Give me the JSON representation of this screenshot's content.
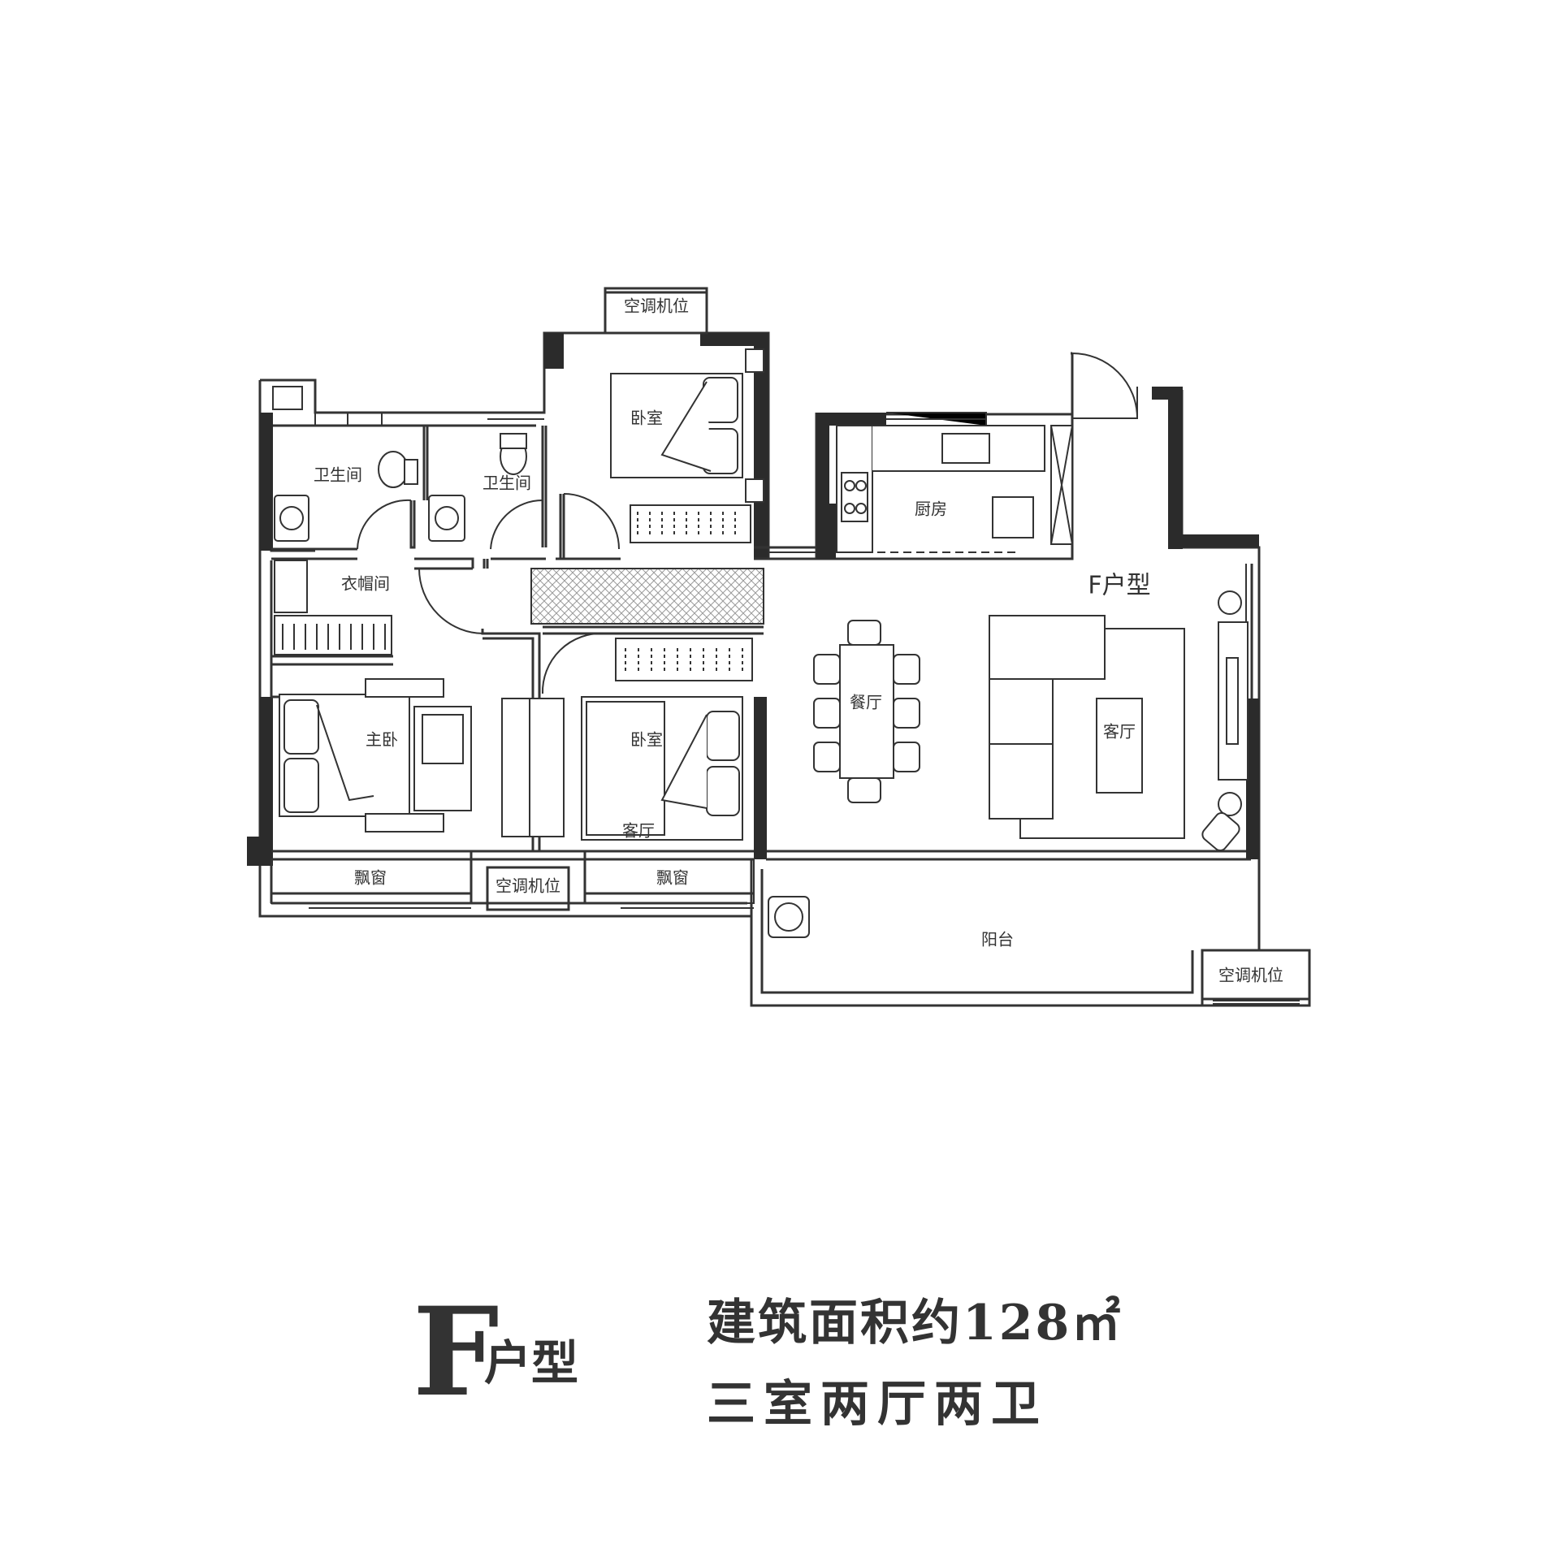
{
  "plan": {
    "unit_title": "F户型",
    "rooms": {
      "bath1": "卫生间",
      "bath2": "卫生间",
      "bedroom_top": "卧室",
      "kitchen": "厨房",
      "closet": "衣帽间",
      "master": "主卧",
      "bedroom_mid": "卧室",
      "guest_note": "客厅",
      "dining": "餐厅",
      "living": "客厅",
      "bay1": "飘窗",
      "bay2": "飘窗",
      "balcony": "阳台",
      "ac_top": "空调机位",
      "ac_mid": "空调机位",
      "ac_right": "空调机位"
    }
  },
  "caption": {
    "type_letter": "F",
    "type_word": "户型",
    "area": "建筑面积约128㎡",
    "layout": "三室两厅两卫"
  },
  "colors": {
    "wall": "#2b2b2b",
    "line": "#333333",
    "hatch": "#9a9a9a",
    "background": "#ffffff"
  }
}
